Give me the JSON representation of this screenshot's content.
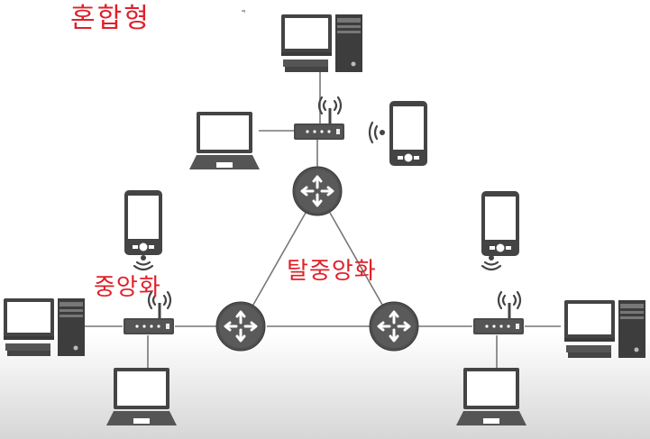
{
  "annotations": {
    "title": "혼합형",
    "center": "탈중앙화",
    "left": "중앙화",
    "tiny_mark": "ㅋ"
  },
  "colors": {
    "device": "#444444",
    "device_dark": "#333333",
    "screen": "#ffffff",
    "link": "#777777",
    "router": "#555555",
    "annotation": "#e0202a"
  },
  "network": {
    "routers": [
      "router-top",
      "router-left",
      "router-right"
    ],
    "access_points": [
      "ap-top",
      "ap-left",
      "ap-right"
    ],
    "devices": [
      {
        "name": "desktop-top",
        "kind": "desktop-icon"
      },
      {
        "name": "laptop-top",
        "kind": "laptop-icon"
      },
      {
        "name": "phone-top",
        "kind": "phone-icon"
      },
      {
        "name": "phone-left",
        "kind": "phone-icon"
      },
      {
        "name": "desktop-left",
        "kind": "desktop-icon"
      },
      {
        "name": "laptop-left",
        "kind": "laptop-icon"
      },
      {
        "name": "phone-right",
        "kind": "phone-icon"
      },
      {
        "name": "desktop-right",
        "kind": "desktop-icon"
      },
      {
        "name": "laptop-right",
        "kind": "laptop-icon"
      }
    ]
  }
}
